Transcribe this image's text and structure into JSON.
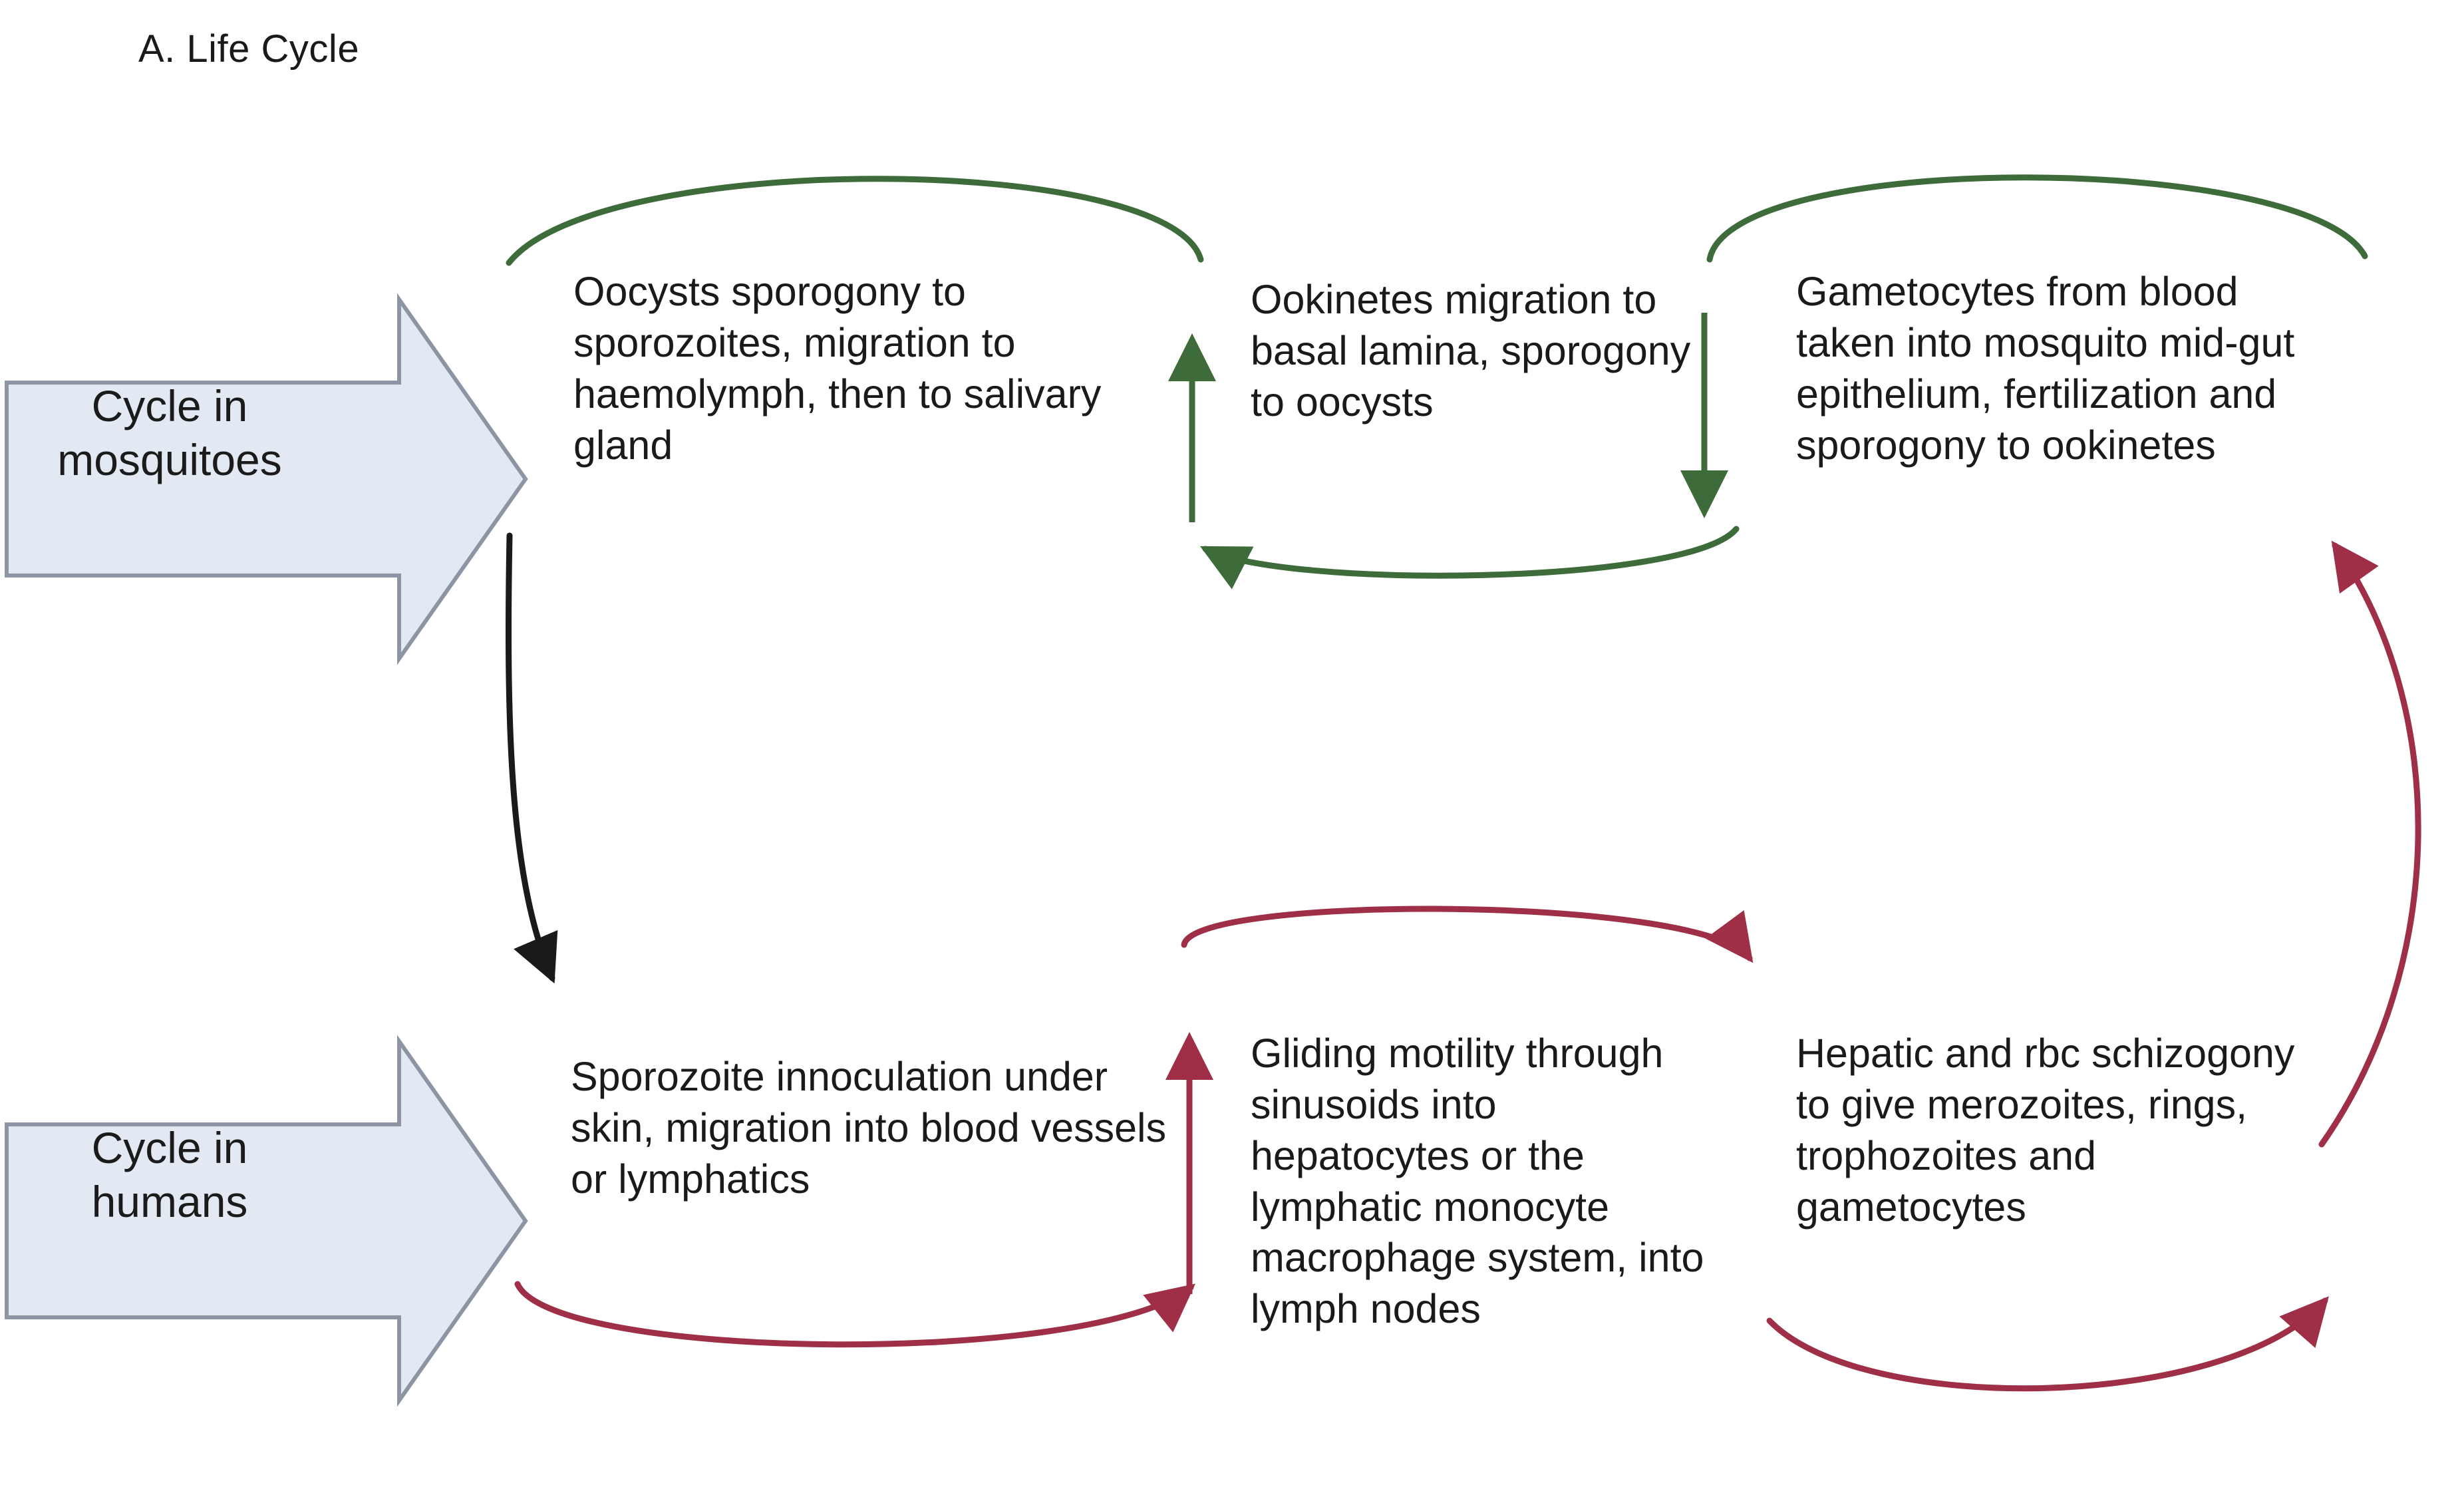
{
  "figure": {
    "panel_label": "A. Life Cycle",
    "colors": {
      "mosquito_cycle_arrow_fill": "#e3e9f3",
      "mosquito_cycle_arrow_stroke": "#8d94a3",
      "human_cycle_arrow_fill": "#e3e9f3",
      "human_cycle_arrow_stroke": "#8d94a3",
      "mosquito_stage_connector": "#3d6b3a",
      "human_stage_connector": "#9e2f47",
      "transition_connector": "#1a1a1a",
      "text": "#1a1a1a"
    }
  },
  "bands": {
    "mosquito": {
      "label": "Cycle in\nmosquitoes"
    },
    "human": {
      "label": "Cycle in\nhumans"
    }
  },
  "stages": {
    "mosquito": [
      {
        "id": "oocysts",
        "text": "Oocysts sporogony to sporozoites, migration to haemolymph, then to salivary gland"
      },
      {
        "id": "ookinetes",
        "text": "Ookinetes migration to basal lamina, sporogony to oocysts"
      },
      {
        "id": "gametocytes",
        "text": "Gametocytes from blood taken into mosquito mid-gut epithelium, fertilization and sporogony to ookinetes"
      }
    ],
    "human": [
      {
        "id": "sporozoite",
        "text": "Sporozoite innoculation under skin, migration into blood vessels or lymphatics"
      },
      {
        "id": "gliding",
        "text": "Gliding motility through sinusoids into hepatocytes or the lymphatic monocyte macrophage system, into lymph nodes"
      },
      {
        "id": "hepatic",
        "text": "Hepatic and rbc schizogony to give merozoites, rings, trophozoites and gametocytes"
      }
    ]
  },
  "connectors": [
    {
      "id": "arc-oocysts-to-ookinetes",
      "color": "#3d6b3a",
      "direction": "right-to-left-over-top"
    },
    {
      "id": "arrow-up-ookinetes",
      "color": "#3d6b3a",
      "direction": "up"
    },
    {
      "id": "arc-gametocytes-top",
      "color": "#3d6b3a",
      "direction": "over-top"
    },
    {
      "id": "arrow-down-gametocytes",
      "color": "#3d6b3a",
      "direction": "down"
    },
    {
      "id": "arc-gametocytes-to-ookinetes",
      "color": "#3d6b3a",
      "direction": "right-to-left"
    },
    {
      "id": "arrow-mosquito-to-human",
      "color": "#1a1a1a",
      "direction": "down"
    },
    {
      "id": "arc-sporozoite-to-gliding",
      "color": "#9e2f47",
      "direction": "left-to-right"
    },
    {
      "id": "arrow-up-gliding",
      "color": "#9e2f47",
      "direction": "up"
    },
    {
      "id": "arc-gliding-to-hepatic-top",
      "color": "#9e2f47",
      "direction": "left-to-right"
    },
    {
      "id": "arc-gliding-to-hepatic-bottom",
      "color": "#9e2f47",
      "direction": "left-to-right"
    },
    {
      "id": "arc-hepatic-to-gametocytes",
      "color": "#9e2f47",
      "direction": "up"
    }
  ]
}
